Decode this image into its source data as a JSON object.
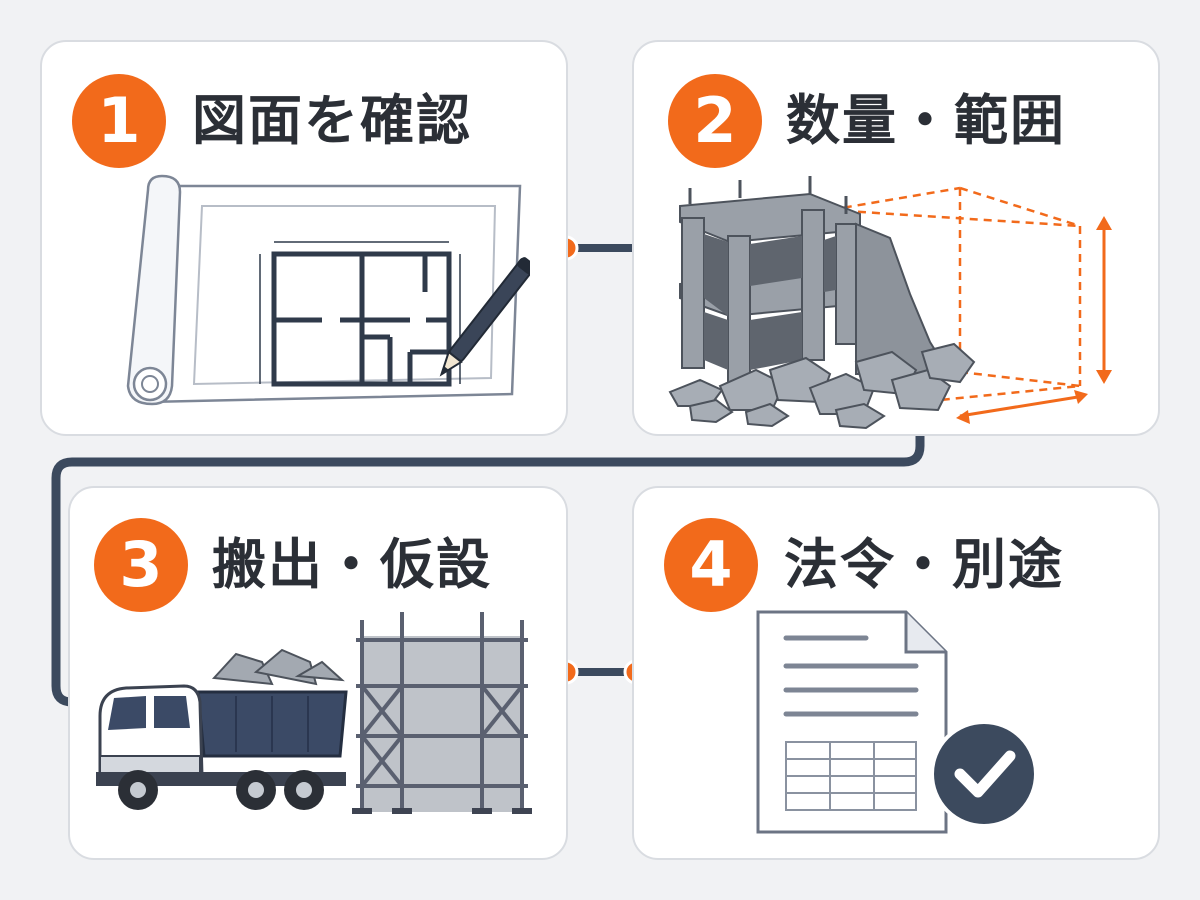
{
  "colors": {
    "accent": "#f26a1b",
    "navy": "#3c4a5e",
    "card_border": "#d9dce1",
    "background": "#f1f2f4",
    "text": "#2b2f36"
  },
  "steps": [
    {
      "number": "1",
      "title": "図面を確認",
      "icon": "blueprint-icon"
    },
    {
      "number": "2",
      "title": "数量・範囲",
      "icon": "demolished-building-icon"
    },
    {
      "number": "3",
      "title": "搬出・仮設",
      "icon": "dump-truck-scaffolding-icon"
    },
    {
      "number": "4",
      "title": "法令・別途",
      "icon": "document-check-icon"
    }
  ]
}
